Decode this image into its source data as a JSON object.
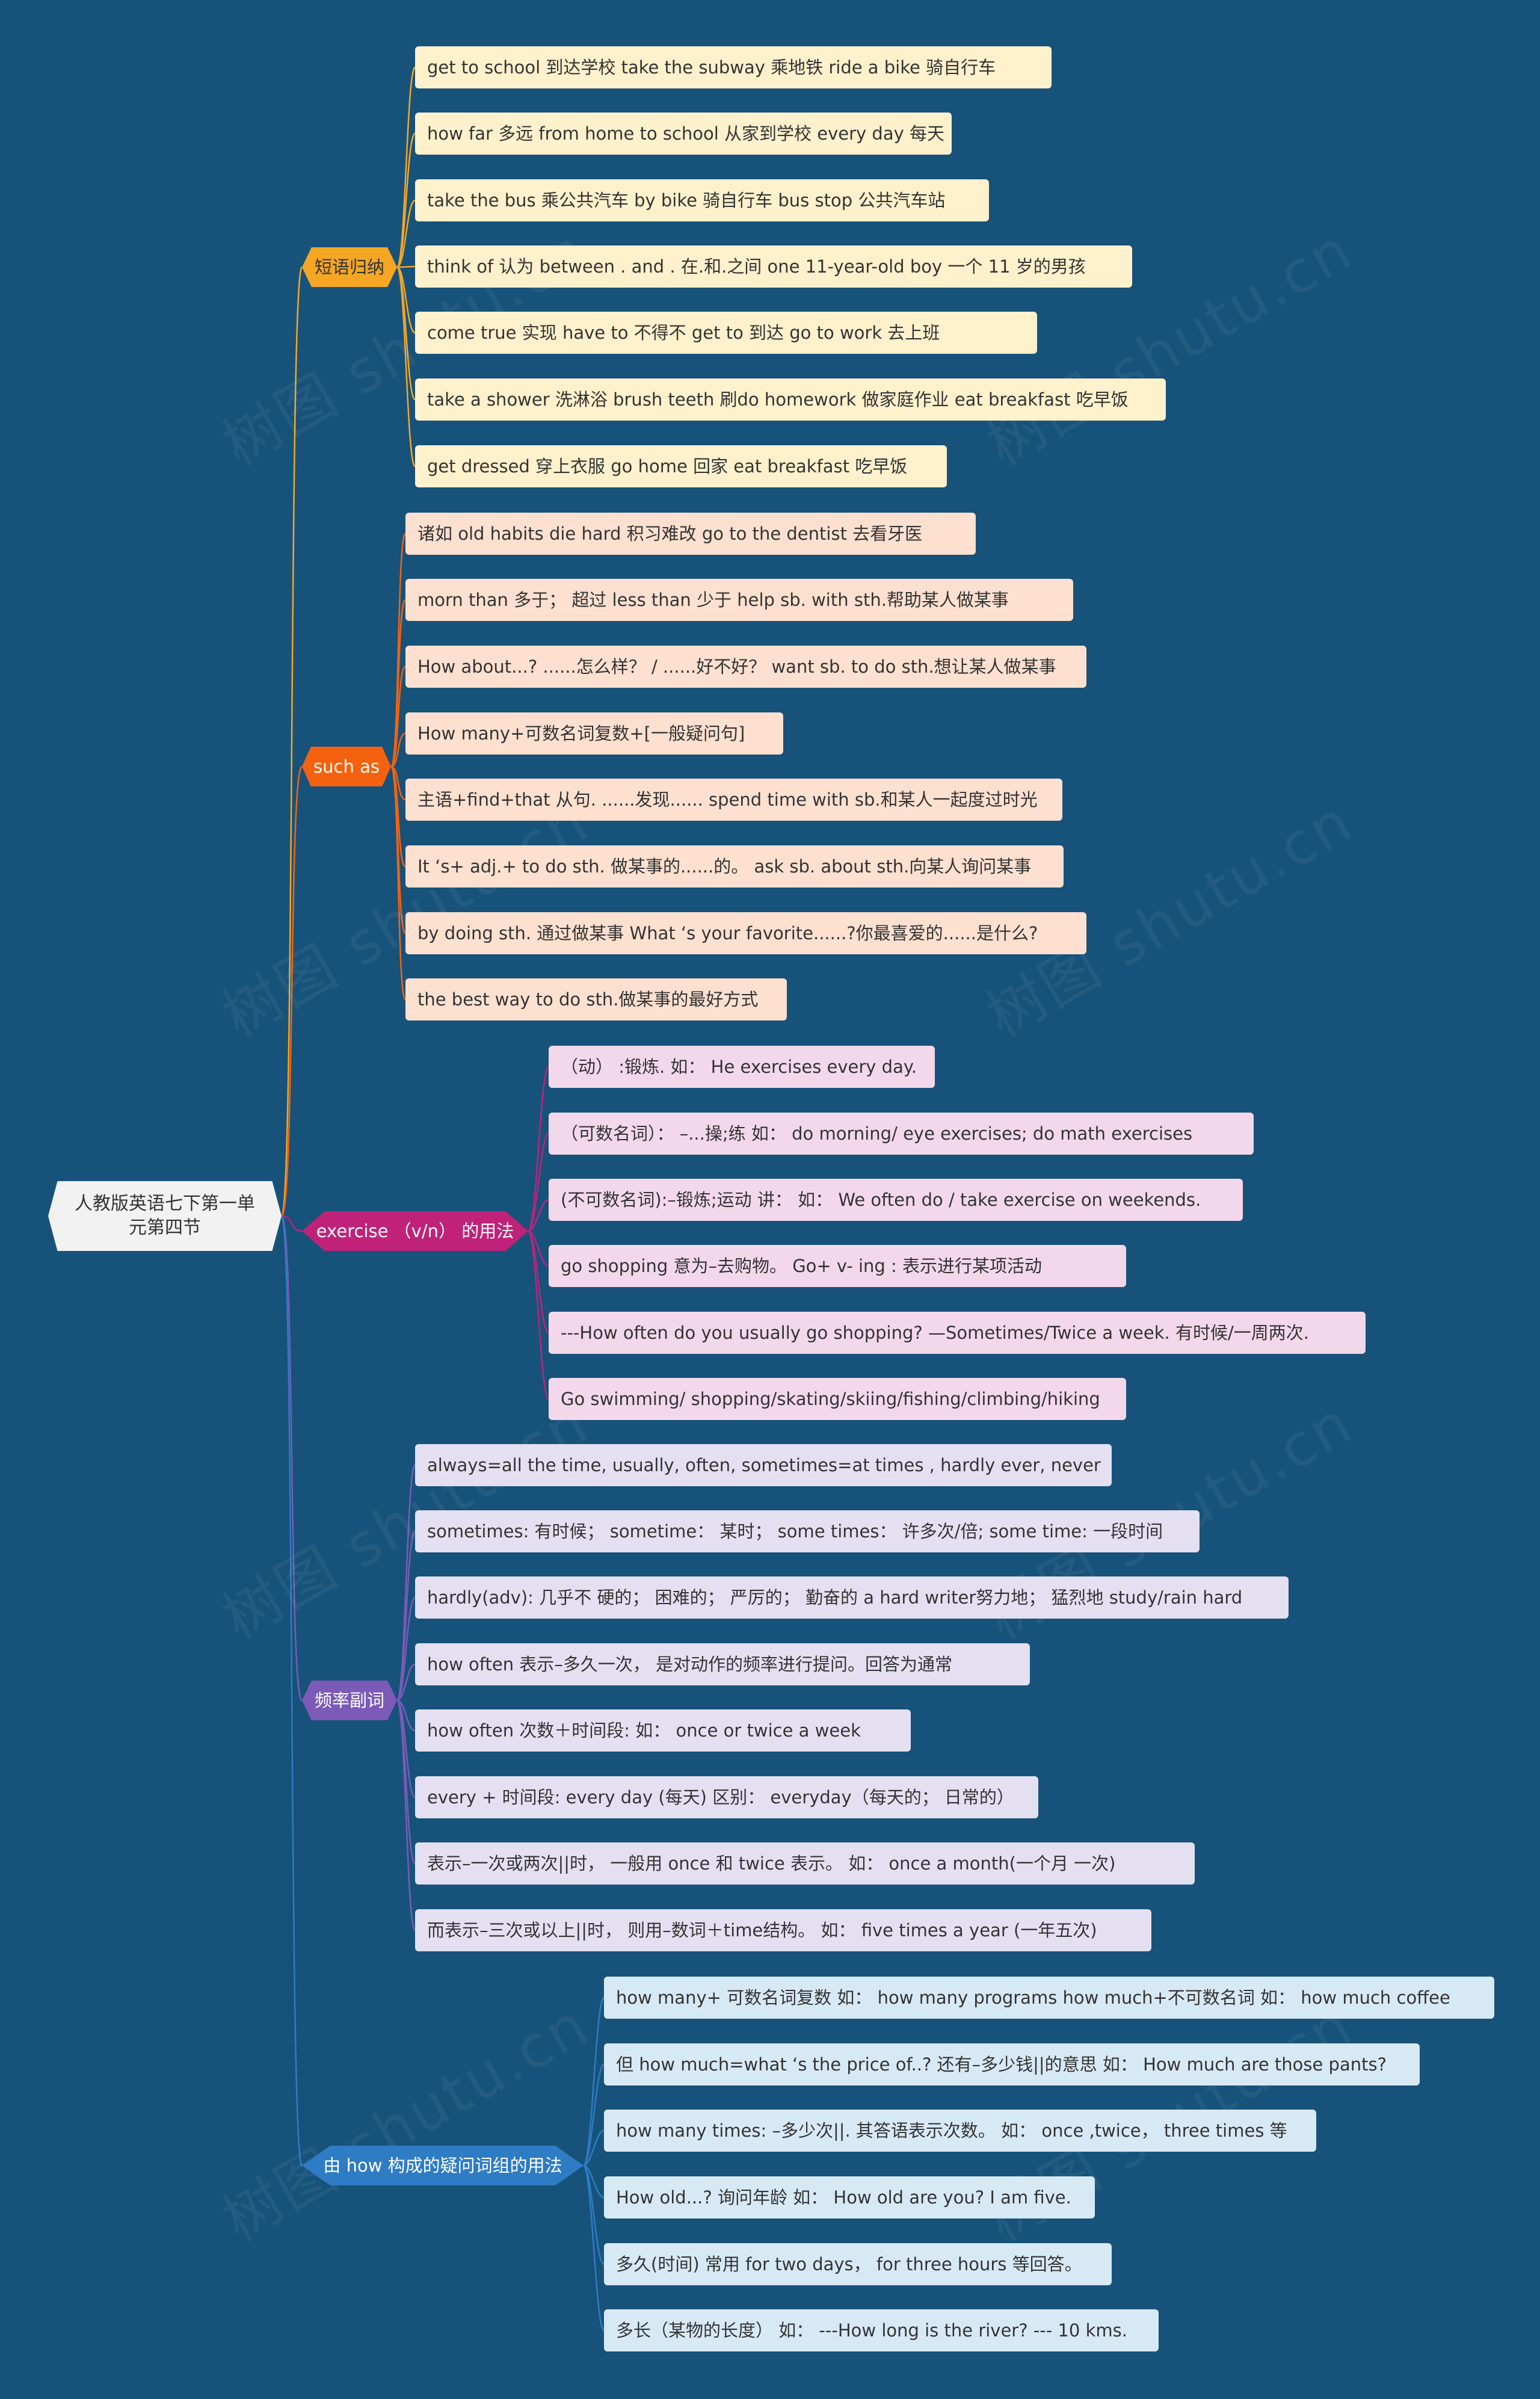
{
  "root": {
    "title": "人教版英语七下第一单元第四节"
  },
  "watermark": "树图 shutu.cn",
  "colors": {
    "background": "#17527a",
    "branches": [
      "#f5a623",
      "#f5620f",
      "#c0227a",
      "#7b5ab8",
      "#2e7cc4"
    ],
    "leaves": [
      "#fff1cc",
      "#fde0cf",
      "#f3d8ec",
      "#e4e0f2",
      "#d8e9f6"
    ]
  },
  "branches": [
    {
      "label": "短语归纳",
      "items": [
        "get to school 到达学校   take the subway   乘地铁  ride a bike 骑自行车",
        "how far 多远 from home to school 从家到学校  every day 每天",
        "take the bus 乘公共汽车  by bike 骑自行车  bus stop 公共汽车站",
        "think of 认为    between . and . 在.和.之间 one 11-year-old boy 一个 11 岁的男孩",
        "come true 实现  have to 不得不  get to 到达  go to work 去上班",
        "take a shower 洗淋浴  brush teeth 刷do homework 做家庭作业 eat breakfast 吃早饭",
        "get dressed 穿上衣服  go home 回家  eat breakfast 吃早饭"
      ]
    },
    {
      "label": "such as",
      "items": [
        "诸如 old habits die hard 积习难改 go to the dentist 去看牙医",
        "morn than 多于；  超过 less than 少于 help sb. with sth.帮助某人做某事",
        "How about...? ......怎么样？ / ......好不好？  want sb. to do sth.想让某人做某事",
        "How many+可数名词复数+[一般疑问句]",
        "主语+find+that 从句. ......发现...... spend time with sb.和某人一起度过时光",
        "It ‘s+ adj.+ to do sth. 做某事的......的。 ask sb. about sth.向某人询问某事",
        "by doing sth. 通过做某事 What ‘s your favorite......?你最喜爱的......是什么?",
        "the best way to do sth.做某事的最好方式"
      ]
    },
    {
      "label": "exercise （v/n） 的用法",
      "items": [
        "（动） :锻炼. 如：  He exercises every day.",
        "（可数名词）：  –...操;练 如：  do morning/ eye exercises; do math exercises",
        "(不可数名词):–锻炼;运动 讲：  如：  We often do / take exercise on weekends.",
        "go shopping 意为–去购物。 Go+ v- ing : 表示进行某项活动",
        "---How often do you usually go shopping? —Sometimes/Twice a week. 有时候/一周两次.",
        "Go swimming/ shopping/skating/skiing/fishing/climbing/hiking"
      ]
    },
    {
      "label": "频率副词",
      "items": [
        "always=all the time, usually, often, sometimes=at times , hardly ever, never",
        "sometimes: 有时候；  sometime：  某时；  some times：  许多次/倍; some time: 一段时间",
        "hardly(adv): 几乎不 硬的；  困难的；  严厉的；  勤奋的 a hard writer努力地；  猛烈地 study/rain hard",
        "how often 表示–多久一次，  是对动作的频率进行提问。回答为通常",
        "how often 次数＋时间段: 如：  once or twice a week",
        "every  + 时间段: every day (每天) 区别：  everyday（每天的；  日常的）",
        "表示–一次或两次||时，  一般用 once 和 twice 表示。 如：  once a month(一个月 一次)",
        "而表示–三次或以上||时，  则用–数词＋time结构。 如：  five times a year (一年五次)"
      ]
    },
    {
      "label": "由 how 构成的疑问词组的用法",
      "items": [
        "how many+ 可数名词复数 如：  how many programs  how much+不可数名词 如：  how much coffee",
        "但 how much=what ‘s the price of..? 还有–多少钱||的意思 如：  How much are those pants?",
        "how many times: –多少次||. 其答语表示次数。 如：  once ,twice，  three times 等",
        "How old...? 询问年龄 如：  How old are you? I am five.",
        "多久(时间) 常用 for two days，  for three hours 等回答。",
        "多长（某物的长度） 如：   ---How long is the river? --- 10 kms."
      ]
    }
  ]
}
